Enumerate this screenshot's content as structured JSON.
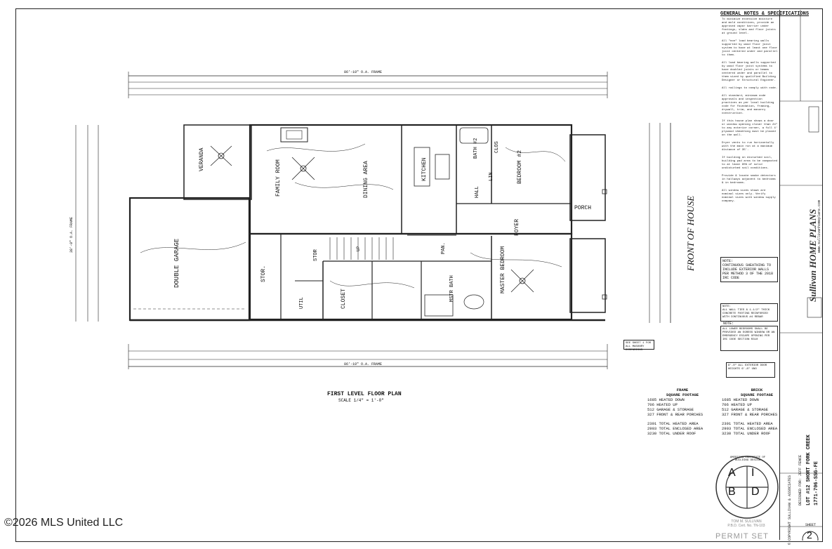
{
  "plan": {
    "title": "FIRST LEVEL FLOOR PLAN",
    "scale": "SCALE 1/4\" = 1'-0\"",
    "front_label": "FRONT OF HOUSE",
    "overall_top": "86'-10\" O.A. FRAME",
    "overall_bottom": "86'-10\" O.A. FRAME",
    "overall_depth": "38'-0\" O.A. FRAME"
  },
  "rooms": {
    "veranda": "VERANDA",
    "family_room": "FAMILY ROOM",
    "dining_area": "DINING AREA",
    "kitchen": "KITCHEN",
    "bath2": "BATH #2",
    "bedroom2": "BEDROOM #2",
    "hall": "HALL",
    "lin": "LIN",
    "clos": "CLOS",
    "porch": "PORCH",
    "foyer": "FOYER",
    "double_garage": "DOUBLE GARAGE",
    "stor": "STOR.",
    "util": "UTIL",
    "closet": "CLOSET",
    "master_bath": "MSTR BATH",
    "master_bedroom": "MASTER BEDROOM",
    "pan": "PAN.",
    "up": "UP",
    "stor2": "STOR"
  },
  "notes": {
    "title": "GENERAL NOTES & SPECIFICATIONS",
    "items": [
      "To minimize excessive moisture and mold conditions, provide an approved vapor barrier under footings, slabs and floor joists at ground level.",
      "All \"non\" load bearing walls supported by wood floor joist system to have at least one floor joist centered under and parallel to them.",
      "All load bearing walls supported by wood floor joist systems to have doubled joists or beams centered under and parallel to them sized by qualified Building Designer or Structural Engineer.",
      "All railings to comply with code.",
      "All standard, minimum code approvals and inspection practices as per local building code for foundation, framing, drywall, trim, and masonry construction.",
      "If this house plan shows a door or window opening closer than 24\" to any exterior corner, a full 4' plywood sheathing must be placed on the wall.",
      "Dryer vents to run horizontally with the main run at a maximum distance of 35'.",
      "If building on disturbed soil, building pad area to be compacted to at least 95% of solid undisturbed soil conditions.",
      "Provide & locate smoke detectors in hallways adjacent to bedrooms & in bedrooms.",
      "All window sizes shown are nominal sizes only. Verify nominal sizes with window supply company."
    ]
  },
  "note_boxes": {
    "sheathing_label": "NOTE:",
    "sheathing": "CONTINUOUS SHEATHING TO INCLUDE EXTERIOR WALLS PER METHOD 3 OF THE 2018 IRC CODE",
    "rebar_label": "NOTE:",
    "rebar": "ALL WALL TIES & 1-1/2\" THICK CONCRETE FOOTING REINFORCED WITH CONTINUOUS #4 REBAR",
    "egress_label": "NOTE:",
    "egress": "ALL LOWER BEDROOMS SHALL BE PROVIDED AN EGRESS WINDOW OR AN EMERGENCY ESCAPE OPENING PER IRC CODE SECTION R310",
    "header": "8'-0\" ALL EXTERIOR DOOR HEIGHTS 6'-8\" UNO",
    "dim_note": "SEE SHEET 1 FOR ALL MASONRY DIMENSIONS"
  },
  "square_footage": {
    "frame": {
      "heading1": "FRAME",
      "heading2": "SQUARE FOOTAGE",
      "lines": [
        "1685 HEATED DOWN",
        "706 HEATED UP",
        "512 GARAGE & STORAGE",
        "327 FRONT & REAR PORCHES"
      ],
      "totals": [
        "2391 TOTAL HEATED AREA",
        "2903 TOTAL ENCLOSED AREA",
        "3230 TOTAL UNDER ROOF"
      ]
    },
    "brick": {
      "heading1": "BRICK",
      "heading2": "SQUARE FOOTAGE",
      "lines": [
        "1685 HEATED DOWN",
        "706 HEATED UP",
        "512 GARAGE & STORAGE",
        "327 FRONT & REAR PORCHES"
      ],
      "totals": [
        "2391 TOTAL HEATED AREA",
        "2903 TOTAL ENCLOSED AREA",
        "3230 TOTAL UNDER ROOF"
      ]
    }
  },
  "title_block": {
    "company": "Sullivan HOME PLANS",
    "website": "www.sullivanhomeplans.com",
    "project": "LOT #12 SHORT FORK CREEK",
    "plan_no": "1771-706-SSG-FE",
    "designed_for": "DESIGNED FOR: JEFF FENCE",
    "copyright_block": "© COPYRIGHT SULLIVAN & ASSOCIATES",
    "sheet_label": "SHEET",
    "sheet_number": "2"
  },
  "seal": {
    "letters": [
      "A",
      "I",
      "B",
      "D"
    ],
    "ring_text": "AMERICAN INSTITUTE OF BUILDING DESIGN",
    "name": "TOM M. SULLIVAN",
    "cert": "P.B.D. Cert. No. TN-103",
    "status": "PERMIT SET"
  },
  "watermark": "©2026 MLS United LLC"
}
